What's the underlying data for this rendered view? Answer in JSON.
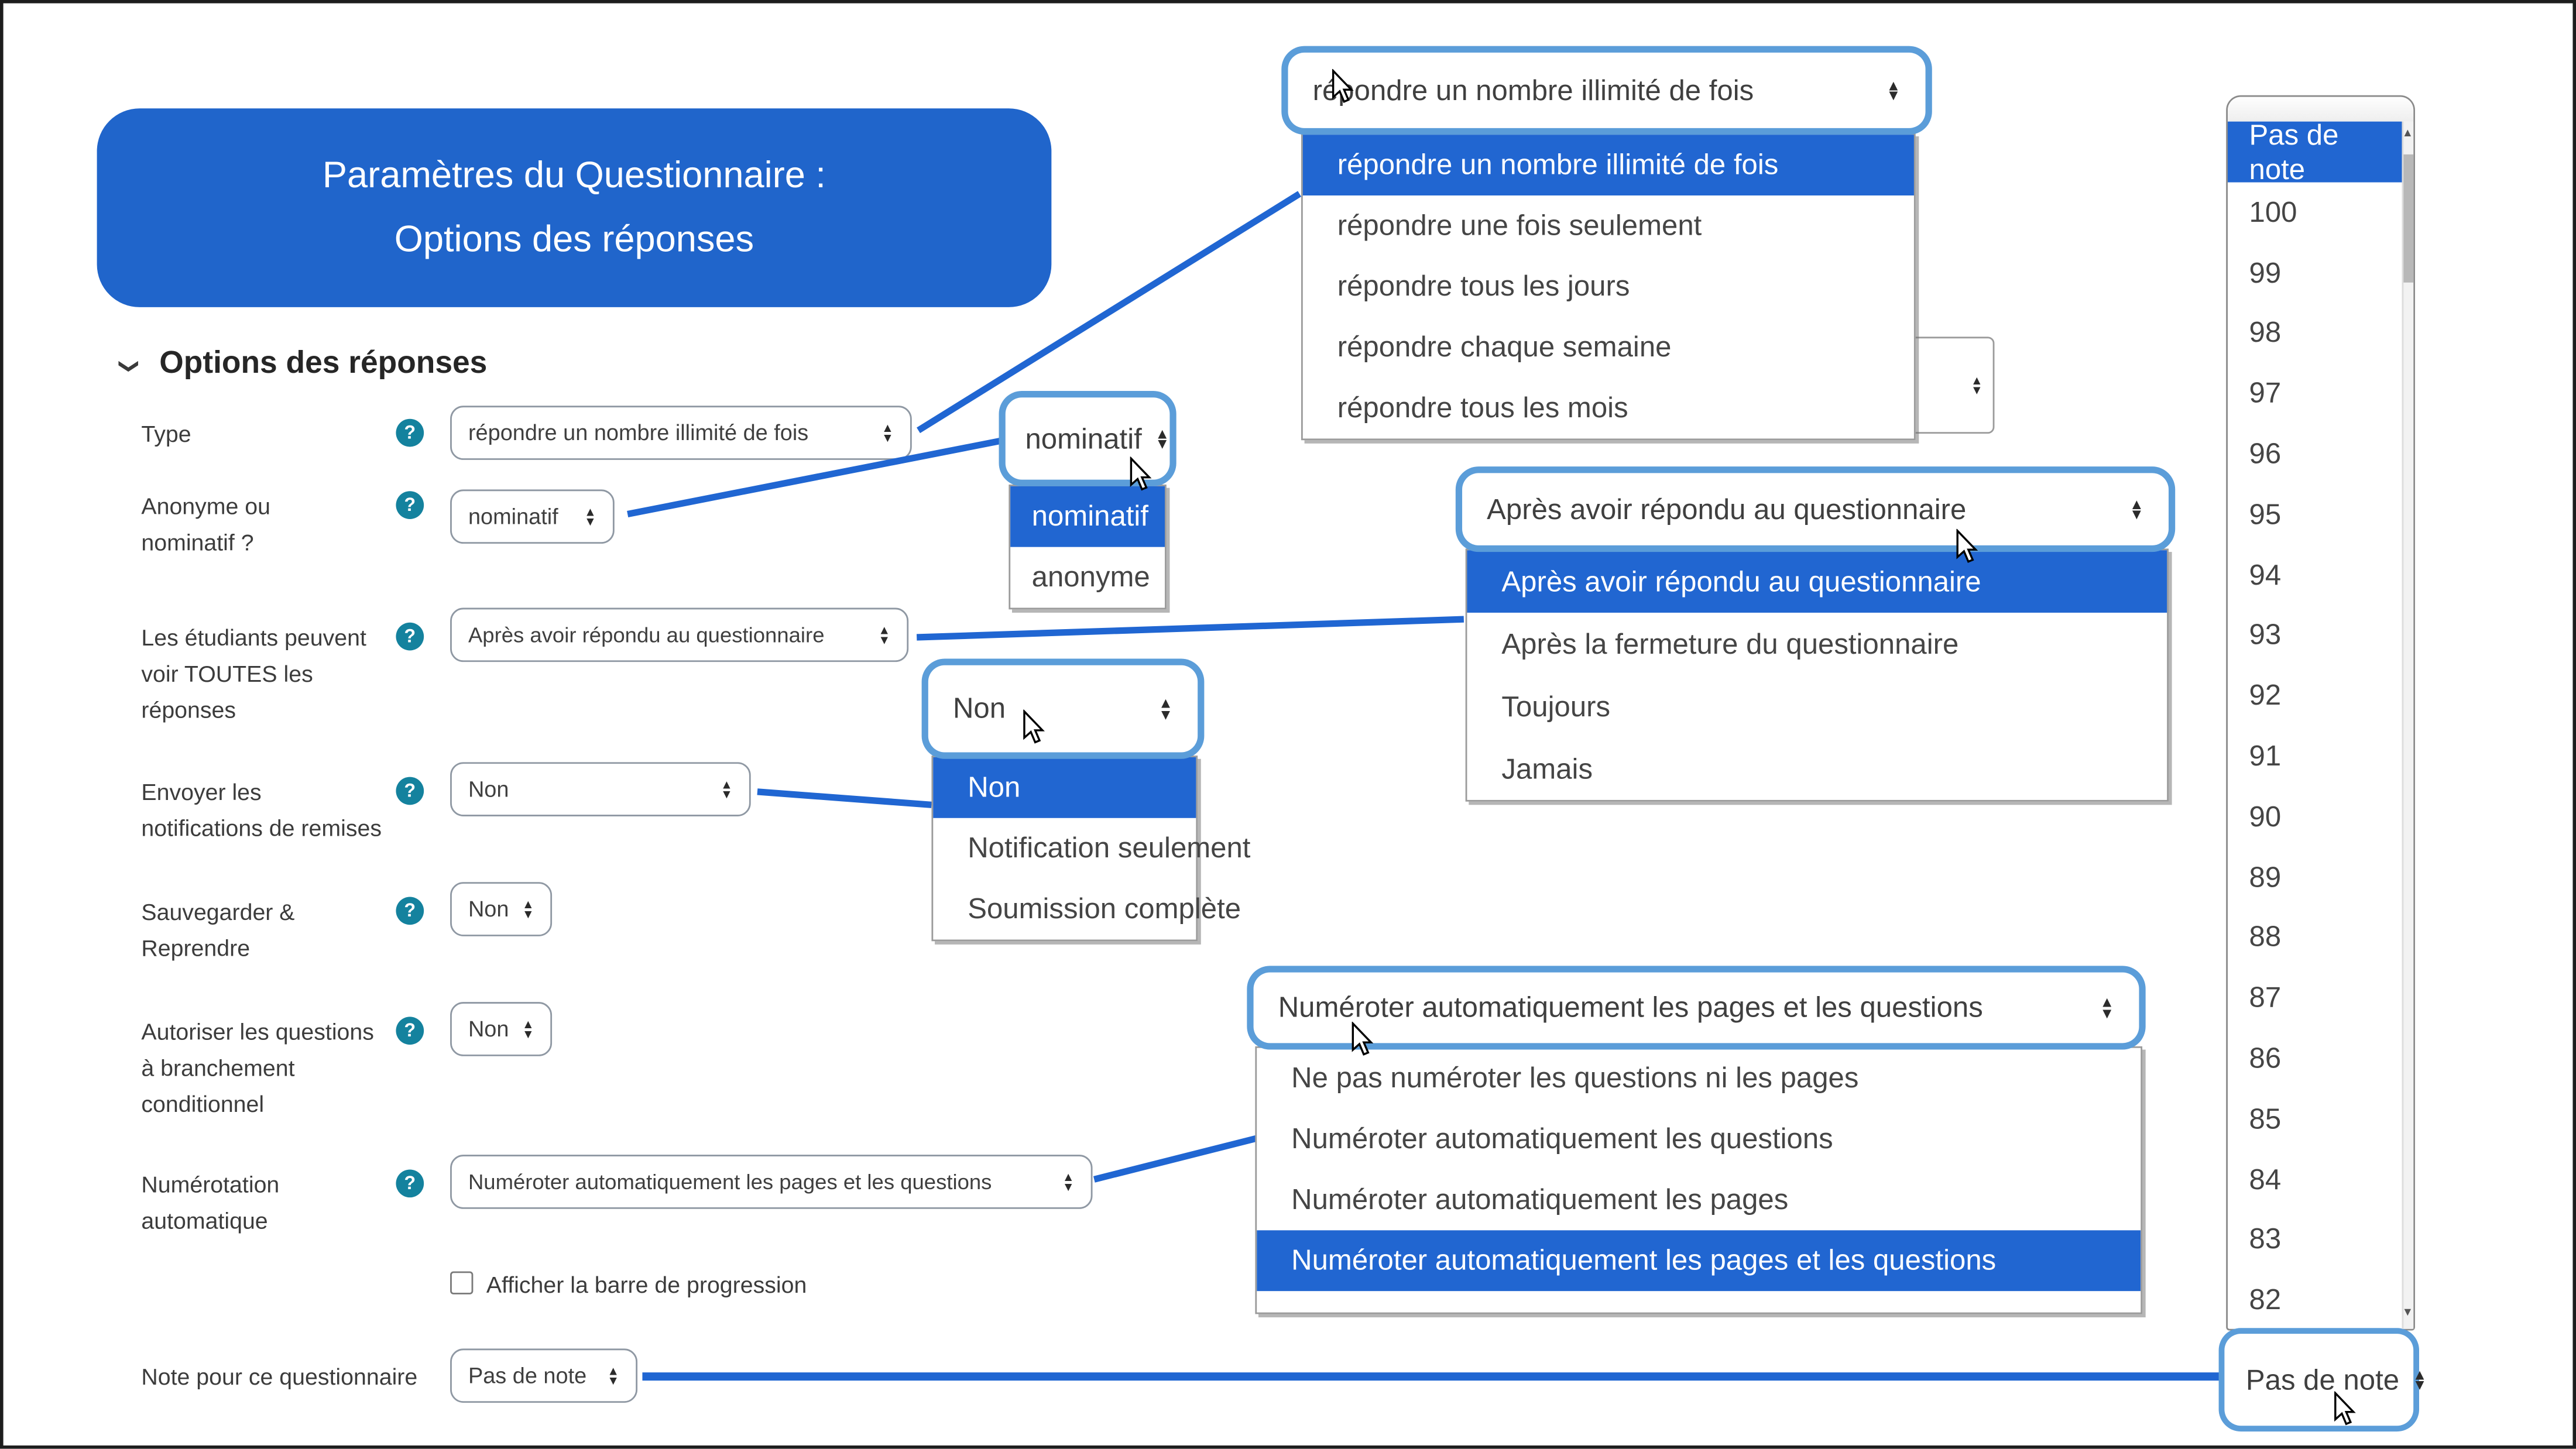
{
  "colors": {
    "accent": "#2065cb",
    "highlight": "#2166d1",
    "connector": "#2066d2",
    "focus_ring": "#5b9dd9",
    "help_icon_teal": "#14829e"
  },
  "title_card": {
    "line1": "Paramètres du Questionnaire :",
    "line2": "Options des réponses"
  },
  "section": {
    "heading": "Options des réponses"
  },
  "form": {
    "rows": [
      {
        "label": [
          "Type"
        ],
        "value": "répondre un nombre illimité de fois"
      },
      {
        "label": [
          "Anonyme ou",
          "nominatif ?"
        ],
        "value": "nominatif"
      },
      {
        "label": [
          "Les étudiants peuvent",
          "voir TOUTES les",
          "réponses"
        ],
        "value": "Après avoir répondu au questionnaire"
      },
      {
        "label": [
          "Envoyer les",
          "notifications de remises"
        ],
        "value": "Non"
      },
      {
        "label": [
          "Sauvegarder &",
          "Reprendre"
        ],
        "value": "Non"
      },
      {
        "label": [
          "Autoriser les questions",
          "à branchement",
          "conditionnel"
        ],
        "value": "Non"
      },
      {
        "label": [
          "Numérotation",
          "automatique"
        ],
        "value": "Numéroter automatiquement les pages et les questions"
      }
    ],
    "progress_checkbox": {
      "label": "Afficher la barre de progression",
      "checked": false
    },
    "grade_row": {
      "label": "Note pour ce questionnaire",
      "value": "Pas de note"
    }
  },
  "dropdowns": {
    "type": {
      "value": "répondre un nombre illimité de fois",
      "options": [
        "répondre un nombre illimité de fois",
        "répondre une fois seulement",
        "répondre tous les jours",
        "répondre chaque semaine",
        "répondre tous les mois"
      ]
    },
    "anonymous": {
      "value": "nominatif",
      "options": [
        "nominatif",
        "anonyme"
      ]
    },
    "visibility": {
      "value": "Après avoir répondu au questionnaire",
      "options": [
        "Après avoir répondu au questionnaire",
        "Après la fermeture du questionnaire",
        "Toujours",
        "Jamais"
      ]
    },
    "notifications": {
      "value": "Non",
      "options": [
        "Non",
        "Notification seulement",
        "Soumission complète"
      ]
    },
    "numbering": {
      "value": "Numéroter automatiquement les pages et les questions",
      "options": [
        "Ne pas numéroter les questions ni les pages",
        "Numéroter automatiquement les questions",
        "Numéroter automatiquement les pages",
        "Numéroter automatiquement les pages et les questions"
      ]
    },
    "grade": {
      "value": "Pas de note",
      "list_header": "Pas de note",
      "options": [
        "100",
        "99",
        "98",
        "97",
        "96",
        "95",
        "94",
        "93",
        "92",
        "91",
        "90",
        "89",
        "88",
        "87",
        "86",
        "85",
        "84",
        "83",
        "82"
      ]
    }
  }
}
